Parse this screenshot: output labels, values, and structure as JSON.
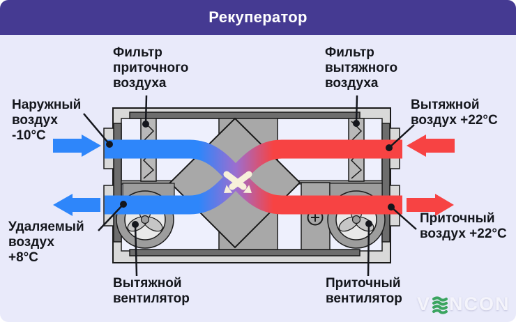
{
  "header": {
    "title": "Рекуператор"
  },
  "labels": {
    "supply_filter": {
      "text": "Фильтр\nприточного\nвоздуха"
    },
    "exhaust_filter": {
      "text": "Фильтр\nвытяжного\nвоздуха"
    },
    "outdoor_air": {
      "text": "Наружный\nвоздух\n-10°C"
    },
    "exhaust_air_in": {
      "text": "Вытяжной\nвоздух +22°C"
    },
    "removed_air": {
      "text": "Удаляемый\nвоздух\n+8°C"
    },
    "supply_air_out": {
      "text": "Приточный\nвоздух +22°C"
    },
    "exhaust_fan": {
      "text": "Вытяжной\nвентилятор"
    },
    "supply_fan": {
      "text": "Приточный\nвентилятор"
    }
  },
  "logo": {
    "v": "V",
    "rest": "NCON"
  },
  "colors": {
    "header_bg": "#453a92",
    "page_bg": "#e9eafa",
    "cold_flow_blue": "#2e86fa",
    "warm_flow_red": "#f74343",
    "mix_purple": "#9c6ecf",
    "crossflow_cream": "#f7f0da",
    "logo_green": "#3aa45f"
  }
}
